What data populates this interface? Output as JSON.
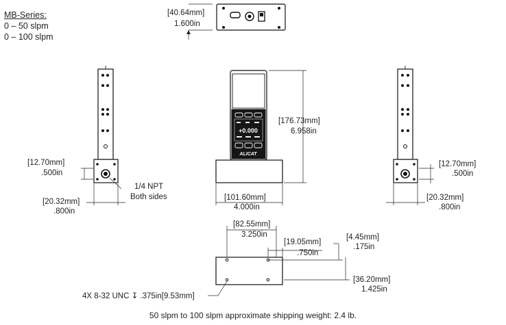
{
  "series": {
    "title": "MB-Series:",
    "ranges": [
      "0 – 50 slpm",
      "0 – 100 slpm"
    ]
  },
  "dims": {
    "top_height_mm": "[40.64mm]",
    "top_height_in": "1.600in",
    "left_port_mm": "[12.70mm]",
    "left_port_in": ".500in",
    "left_width_mm": "[20.32mm]",
    "left_width_in": ".800in",
    "npt_line1": "1/4 NPT",
    "npt_line2": "Both sides",
    "front_height_mm": "[176.73mm]",
    "front_height_in": "6.958in",
    "front_width_mm": "[101.60mm]",
    "front_width_in": "4.000in",
    "right_port_mm": "[12.70mm]",
    "right_port_in": ".500in",
    "right_width_mm": "[20.32mm]",
    "right_width_in": ".800in",
    "bottom_hole_span_mm": "[82.55mm]",
    "bottom_hole_span_in": "3.250in",
    "bottom_port_offset_mm": "[19.05mm]",
    "bottom_port_offset_in": ".750in",
    "bottom_edge_mm": "[4.45mm]",
    "bottom_edge_in": ".175in",
    "bottom_depth_mm": "[36.20mm]",
    "bottom_depth_in": "1.425in",
    "thread_callout": "4X 8-32 UNC  ↧ .375in[9.53mm]"
  },
  "display": {
    "reading": "+0.000",
    "brand": "ALICAT"
  },
  "footer": "50 slpm to 100 slpm approximate shipping weight: 2.4 lb."
}
